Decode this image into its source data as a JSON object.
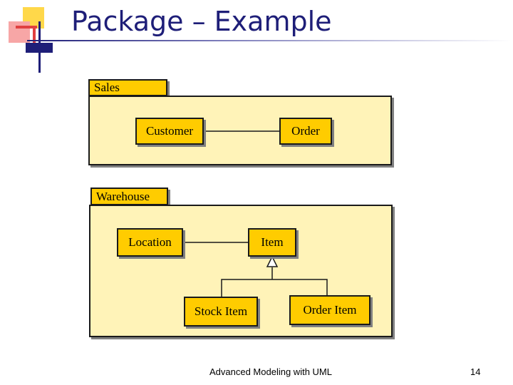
{
  "slide": {
    "title": "Package – Example",
    "footer": "Advanced Modeling with UML",
    "page_number": "14"
  },
  "packages": {
    "sales": {
      "name": "Sales",
      "classes": {
        "customer": "Customer",
        "order": "Order"
      }
    },
    "warehouse": {
      "name": "Warehouse",
      "classes": {
        "location": "Location",
        "item": "Item",
        "stock_item": "Stock Item",
        "order_item": "Order Item"
      }
    }
  },
  "colors": {
    "class_fill": "#ffcc00",
    "package_fill": "#fff3b8",
    "title_color": "#1e1e78"
  }
}
